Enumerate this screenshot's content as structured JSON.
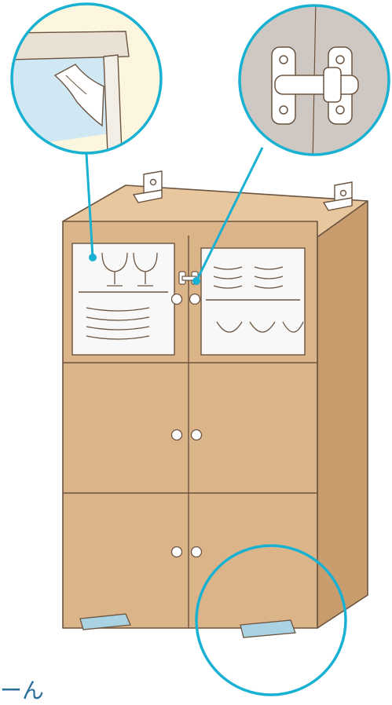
{
  "illustration": {
    "subject": "cabinet",
    "callouts": [
      "glass-film-callout",
      "door-latch-callout",
      "leg-stopper-callout"
    ],
    "colors": {
      "wood": "#dcb48a",
      "wood_dark": "#c99c6e",
      "wood_top": "#e8c79e",
      "outline": "#6b5440",
      "glass": "#f7f8f7",
      "callout_ring": "#19b1d2",
      "latch_panel": "#cfc8c2",
      "film_blue": "#cfe8f3",
      "film_cream": "#fbf6dd",
      "stopper": "#a9d3e2"
    }
  },
  "caption_fragment": "ーん"
}
